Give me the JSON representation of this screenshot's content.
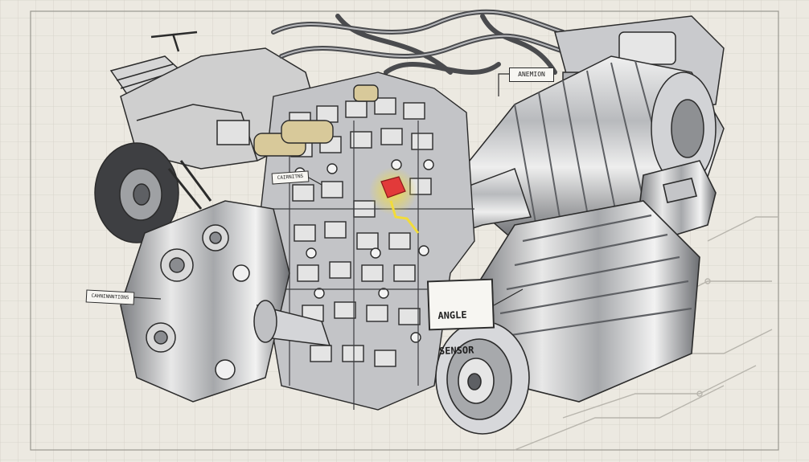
{
  "labels": {
    "attention": "ANEMION",
    "angle_sensor_line1": "ANGLE",
    "angle_sensor_line2": "SENSOR",
    "side_plate": "CAHNINNNTIONS",
    "small_plate": "CAIRNITNS"
  },
  "colors": {
    "paper": "#ece9e1",
    "grid": "#d2cfc6",
    "ink": "#2b2b2b",
    "metal_light": "#dcdcdc",
    "metal_mid": "#a9aaad",
    "metal_dark": "#5e6064",
    "brass": "#c9b98a",
    "highlight_red": "#e23a3a",
    "highlight_yellow": "#f2dc3a"
  },
  "icons": {
    "vehicle": "atv-quad-icon",
    "sensor": "angle-sensor-icon",
    "gearbox": "gearbox-icon",
    "highlight": "highlight-marker-icon"
  }
}
